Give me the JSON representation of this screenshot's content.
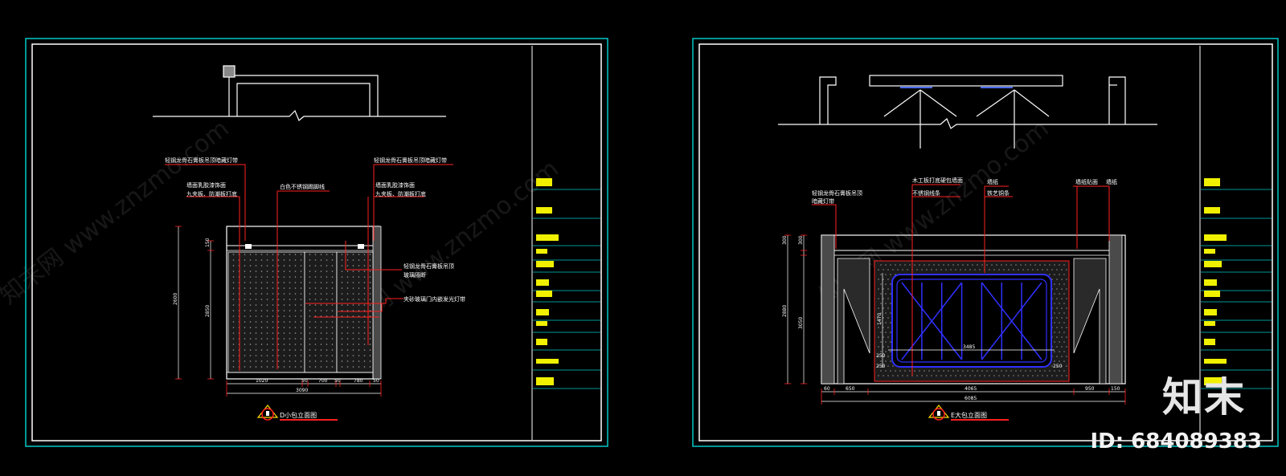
{
  "brand": "知末",
  "id_label": "ID: 684089383",
  "watermark": "知末网 www.znzmo.com",
  "colors": {
    "background": "#000000",
    "frame": "#00c8c8",
    "leader": "#ff2020",
    "title_bar_yellow": "#f0f000",
    "glass": "#2020ff"
  },
  "left_drawing": {
    "title": "D小包立面图",
    "notes": {
      "top_left": "轻钢龙骨石膏板吊顶暗藏灯带",
      "top_right": "轻钢龙骨石膏板吊顶暗藏灯带",
      "mid_left_1": "墙面乳胶漆饰面",
      "mid_left_2": "九夹板、防潮板打底",
      "mid_center": "白色不锈钢踢脚线",
      "mid_right_1": "墙面乳胶漆饰面",
      "mid_right_2": "九夹板、防潮板打底",
      "side_1": "轻钢龙骨石膏板吊顶",
      "side_2": "玻璃隔断",
      "side_3": "夹砂玻璃门内嵌发光灯带"
    },
    "dims_bottom": [
      "1020",
      "50",
      "700",
      "50",
      "780",
      "50"
    ],
    "dim_total": "3090",
    "dims_left": [
      "150",
      "2600",
      "2850"
    ]
  },
  "right_drawing": {
    "title": "E大包立面图",
    "notes": {
      "n1_a": "轻钢龙骨石膏板吊顶",
      "n1_b": "暗藏灯带",
      "n2_a": "木工板打底硬包墙面",
      "n2_b": "不锈钢线条",
      "n3_a": "墙纸",
      "n3_b": "铁艺铜条",
      "n4": "墙纸贴面",
      "n5": "墙纸"
    },
    "dims_bottom": [
      "60",
      "650",
      "4065",
      "950",
      "150"
    ],
    "dim_total": "6085",
    "dims_left": [
      "2880",
      "3050",
      "300",
      "300"
    ],
    "dims_inner": [
      "3485",
      "1470",
      "250",
      "250",
      "250"
    ]
  }
}
